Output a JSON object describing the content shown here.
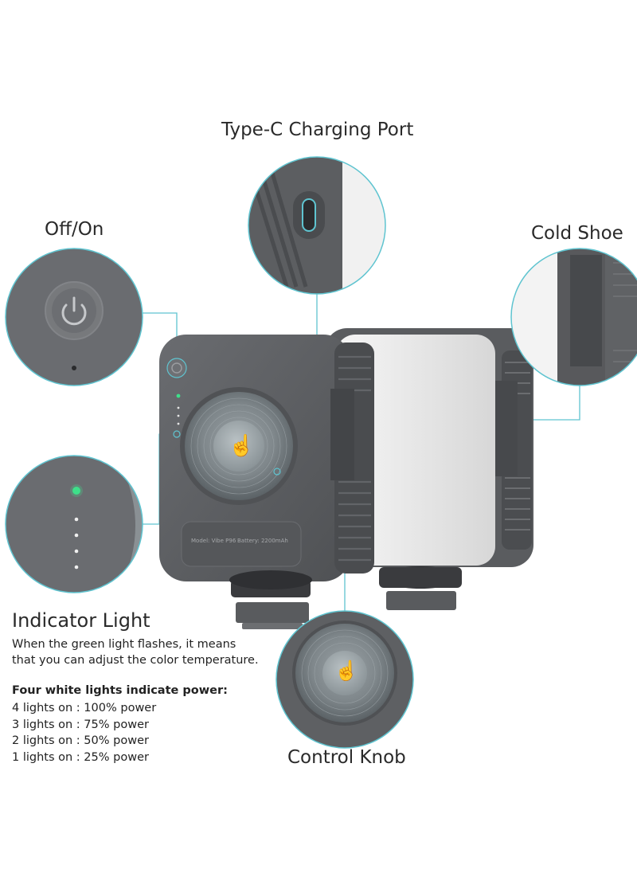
{
  "labels": {
    "type_c": "Type-C Charging Port",
    "off_on": "Off/On",
    "cold_shoe": "Cold Shoe",
    "indicator": "Indicator Light",
    "control_knob": "Control Knob"
  },
  "indicator_desc": {
    "line1": "When the green light flashes, it means",
    "line2": "that you can adjust the color temperature."
  },
  "power": {
    "title": "Four white lights indicate power:",
    "levels": [
      "4 lights on : 100% power",
      "3 lights on : 75% power",
      "2 lights on : 50% power",
      "1 lights on : 25% power"
    ]
  },
  "device_text": {
    "model": "Model: Vibe P96",
    "battery": "Battery: 2200mAh"
  },
  "colors": {
    "accent": "#5fc4d0",
    "body": "#5d5f62",
    "body_dark": "#4a4c4f",
    "white_panel": "#ececec",
    "green_led": "#3ee08a"
  }
}
